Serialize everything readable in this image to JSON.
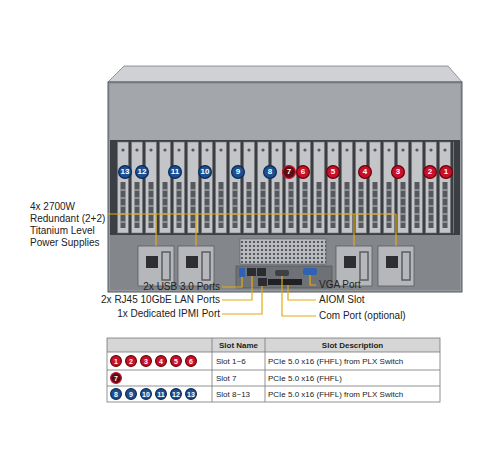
{
  "diagram": {
    "nodes": [
      {
        "text": [
          "13"
        ]
      },
      {
        "text": [
          "12"
        ]
      },
      {
        "text": [
          "11"
        ]
      },
      {
        "text": [
          "10"
        ]
      },
      {
        "text": [
          "9"
        ]
      },
      {
        "text": [
          "8"
        ]
      },
      {
        "text": [
          "7"
        ]
      },
      {
        "text": [
          "6"
        ]
      },
      {
        "text": [
          "5"
        ]
      },
      {
        "text": [
          "4"
        ]
      },
      {
        "text": [
          "3"
        ]
      },
      {
        "text": [
          "2"
        ]
      },
      {
        "text": [
          "1"
        ]
      },
      {
        "text": [
          "1"
        ]
      },
      {
        "text": [
          "2"
        ]
      },
      {
        "text": [
          "3"
        ]
      },
      {
        "text": [
          "4"
        ]
      },
      {
        "text": [
          "5"
        ]
      },
      {
        "text": [
          "6"
        ]
      },
      {
        "text": [
          "7"
        ]
      },
      {
        "text": [
          "8"
        ]
      },
      {
        "text": [
          "9"
        ]
      },
      {
        "text": [
          "10"
        ]
      },
      {
        "text": [
          "11"
        ]
      },
      {
        "text": [
          "12"
        ]
      },
      {
        "text": [
          "13"
        ]
      }
    ],
    "labels": [
      "4x 2700W Redundant (2+2) Titanium Level Power Supplies",
      "2x USB 3.0 Ports",
      "2x RJ45 10GbE LAN Ports",
      "1x Dedicated IPMI Port",
      "VGA Port",
      "AIOM Slot",
      "Com Port (optional)",
      "Slot Name",
      "Slot Description",
      "Slot 1~6",
      "PCIe 5.0 x16 (FHFL) from PLX Switch",
      "Slot 7",
      "PCIe 5.0 x16 (FHFL)",
      "Slot 8~13",
      "PCIe 5.0 x16 (FHFL) from PLX Switch"
    ]
  }
}
